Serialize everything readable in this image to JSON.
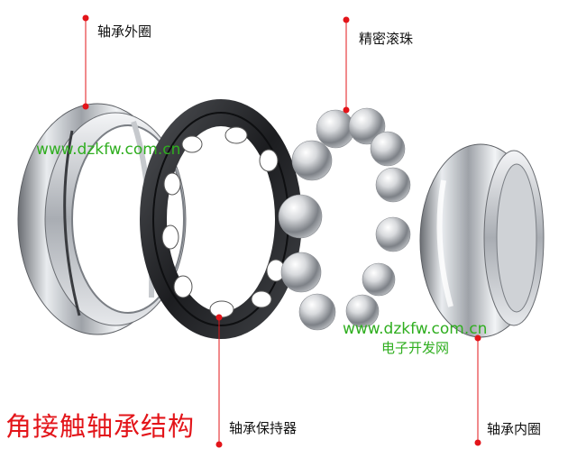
{
  "labels": {
    "outer_ring": "轴承外圈",
    "balls": "精密滚珠",
    "cage": "轴承保持器",
    "inner_ring": "轴承内圈"
  },
  "title": "角接触轴承结构",
  "watermark": {
    "url": "www.dzkfw.com.cn",
    "site_name": "电子开发网"
  },
  "colors": {
    "leader_line": "#e3151a",
    "title": "#e3151a",
    "watermark": "#2fae1f"
  }
}
